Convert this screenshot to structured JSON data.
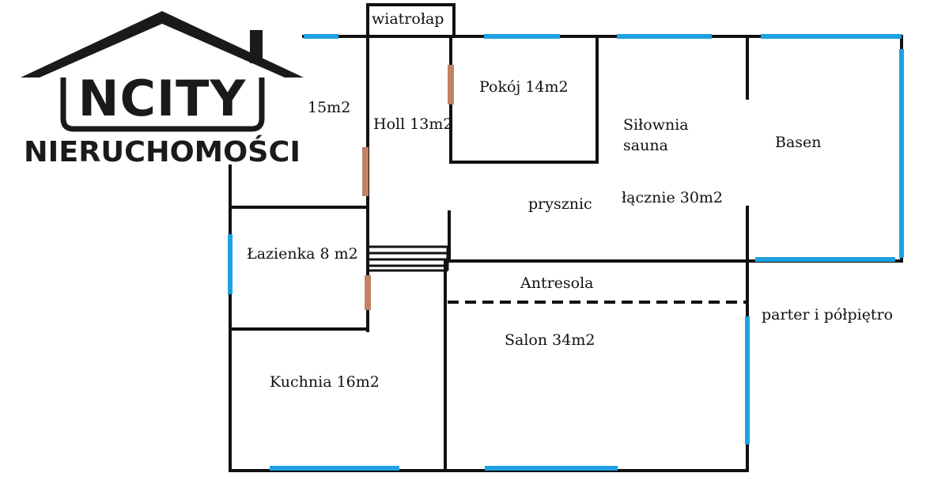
{
  "logo": {
    "brand": "NCITY",
    "tagline": "NIERUCHOMOŚCI"
  },
  "colors": {
    "wall": "#111111",
    "window": "#1da1e2",
    "door": "#c08363"
  },
  "rooms": {
    "vestibule": "wiatrołap",
    "left_area": "15m2",
    "hall": "Holl 13m2",
    "room": "Pokój 14m2",
    "gym_line1": "Siłownia",
    "gym_line2": "sauna",
    "pool": "Basen",
    "shower": "prysznic",
    "total": "łącznie 30m2",
    "bathroom": "Łazienka 8 m2",
    "mezzanine": "Antresola",
    "living_room": "Salon 34m2",
    "kitchen": "Kuchnia 16m2",
    "floor_note": "parter i półpiętro"
  }
}
